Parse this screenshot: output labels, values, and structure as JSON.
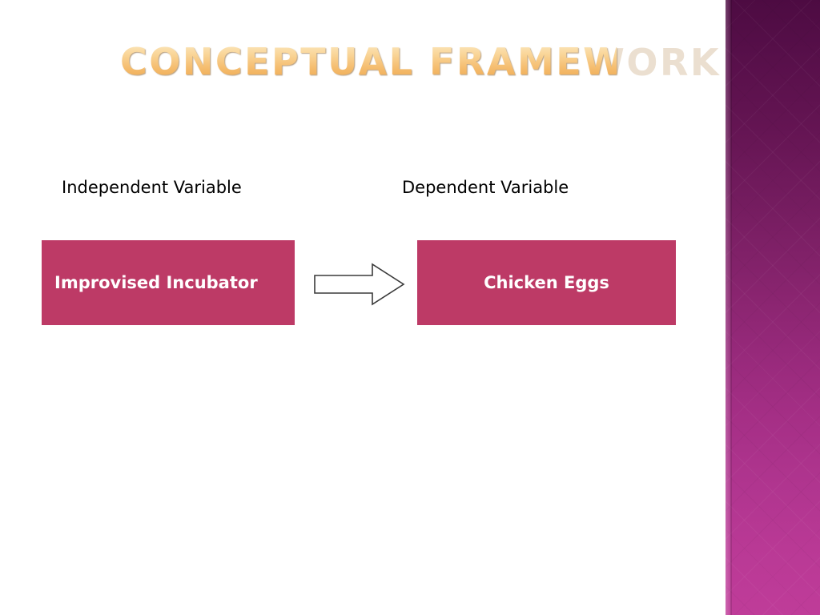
{
  "slide": {
    "title": "CONCEPTUAL FRAMEWORK",
    "background_color": "#FFFFFF"
  },
  "theme": {
    "title_gradient_top": "#FDF0D4",
    "title_gradient_bottom": "#EDAA52",
    "box_color": "#BD3A66",
    "box_text_color": "#FFFFFF",
    "sidebar_gradient_top": "#4D0B42",
    "sidebar_gradient_bottom": "#BF3C99",
    "arrow_fill": "#FFFFFF",
    "arrow_stroke": "#3A3A3A"
  },
  "diagram": {
    "type": "flow",
    "columns": [
      {
        "label": "Independent Variable",
        "box_text": "Improvised Incubator",
        "text_align": "left"
      },
      {
        "label": "Dependent Variable",
        "box_text": "Chicken Eggs",
        "text_align": "center"
      }
    ],
    "connector": {
      "icon": "right-block-arrow",
      "direction": "right",
      "from": "Improvised Incubator",
      "to": "Chicken Eggs"
    }
  }
}
